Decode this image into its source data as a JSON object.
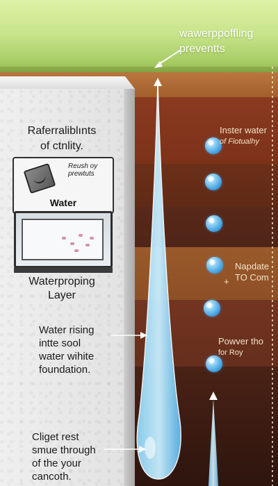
{
  "caption_top": [
    "wawerppoffling",
    "preventts"
  ],
  "intro": [
    "Raferraliblınts",
    "of ctnlity."
  ],
  "card_small": {
    "note": [
      "Reush oy",
      "prewtuts"
    ],
    "label": "Water"
  },
  "layer_title": [
    "Waterproping",
    "Layer"
  ],
  "rising_note": [
    "Water rising",
    "intte sool",
    "water wihite",
    "foundation."
  ],
  "bottom_note": [
    "Cliget rest",
    "smue through",
    "of the your",
    "cancoth."
  ],
  "right_labels": {
    "upper": [
      "Inster water",
      "of Fiotualhy"
    ],
    "middle": [
      "Napdate",
      "TO Com"
    ],
    "middle_marker": "+",
    "lower": [
      "Powver tho",
      "for Roy"
    ]
  },
  "colors": {
    "water": "#66c3f0",
    "soil_dark": "#4a2216",
    "wall": "#e8e8e8",
    "grass": "#a9cd66"
  },
  "icons": [
    "box-face-icon",
    "window-panel-icon",
    "water-drop-icon",
    "up-arrow-icon",
    "left-arrow-icon"
  ]
}
